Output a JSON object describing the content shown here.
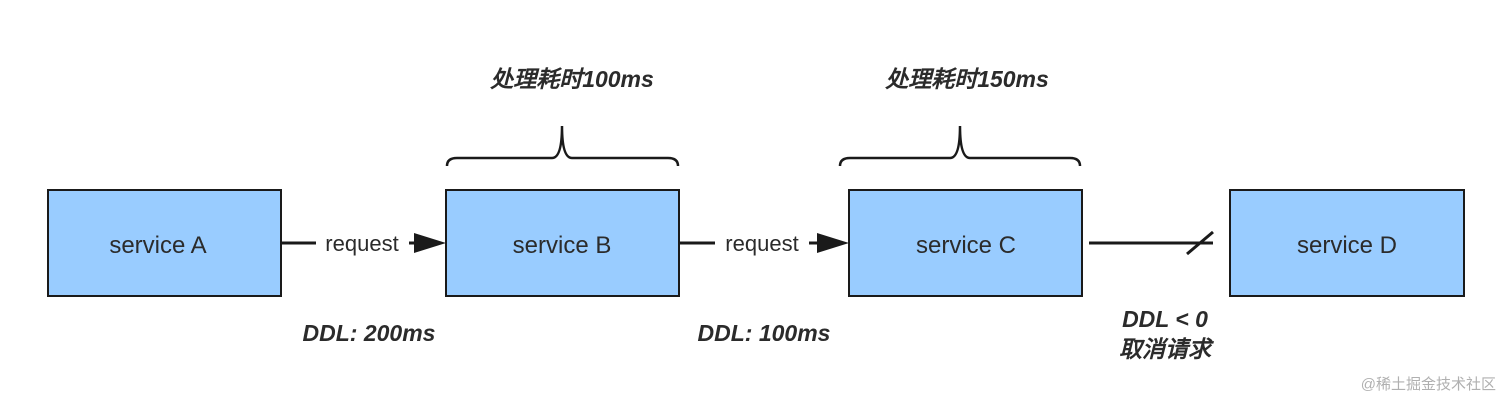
{
  "services": {
    "a": "service A",
    "b": "service B",
    "c": "service C",
    "d": "service D"
  },
  "edges": {
    "ab_label": "request",
    "bc_label": "request"
  },
  "notes": {
    "ddl_a": "DDL: 200ms",
    "ddl_b": "DDL: 100ms",
    "ddl_c_line1": "DDL < 0",
    "ddl_c_line2": "取消请求",
    "proc_b": "处理耗时100ms",
    "proc_c": "处理耗时150ms"
  },
  "watermark": "@稀土掘金技术社区",
  "colors": {
    "box_fill": "#99ccff",
    "stroke": "#1a1a1a"
  }
}
